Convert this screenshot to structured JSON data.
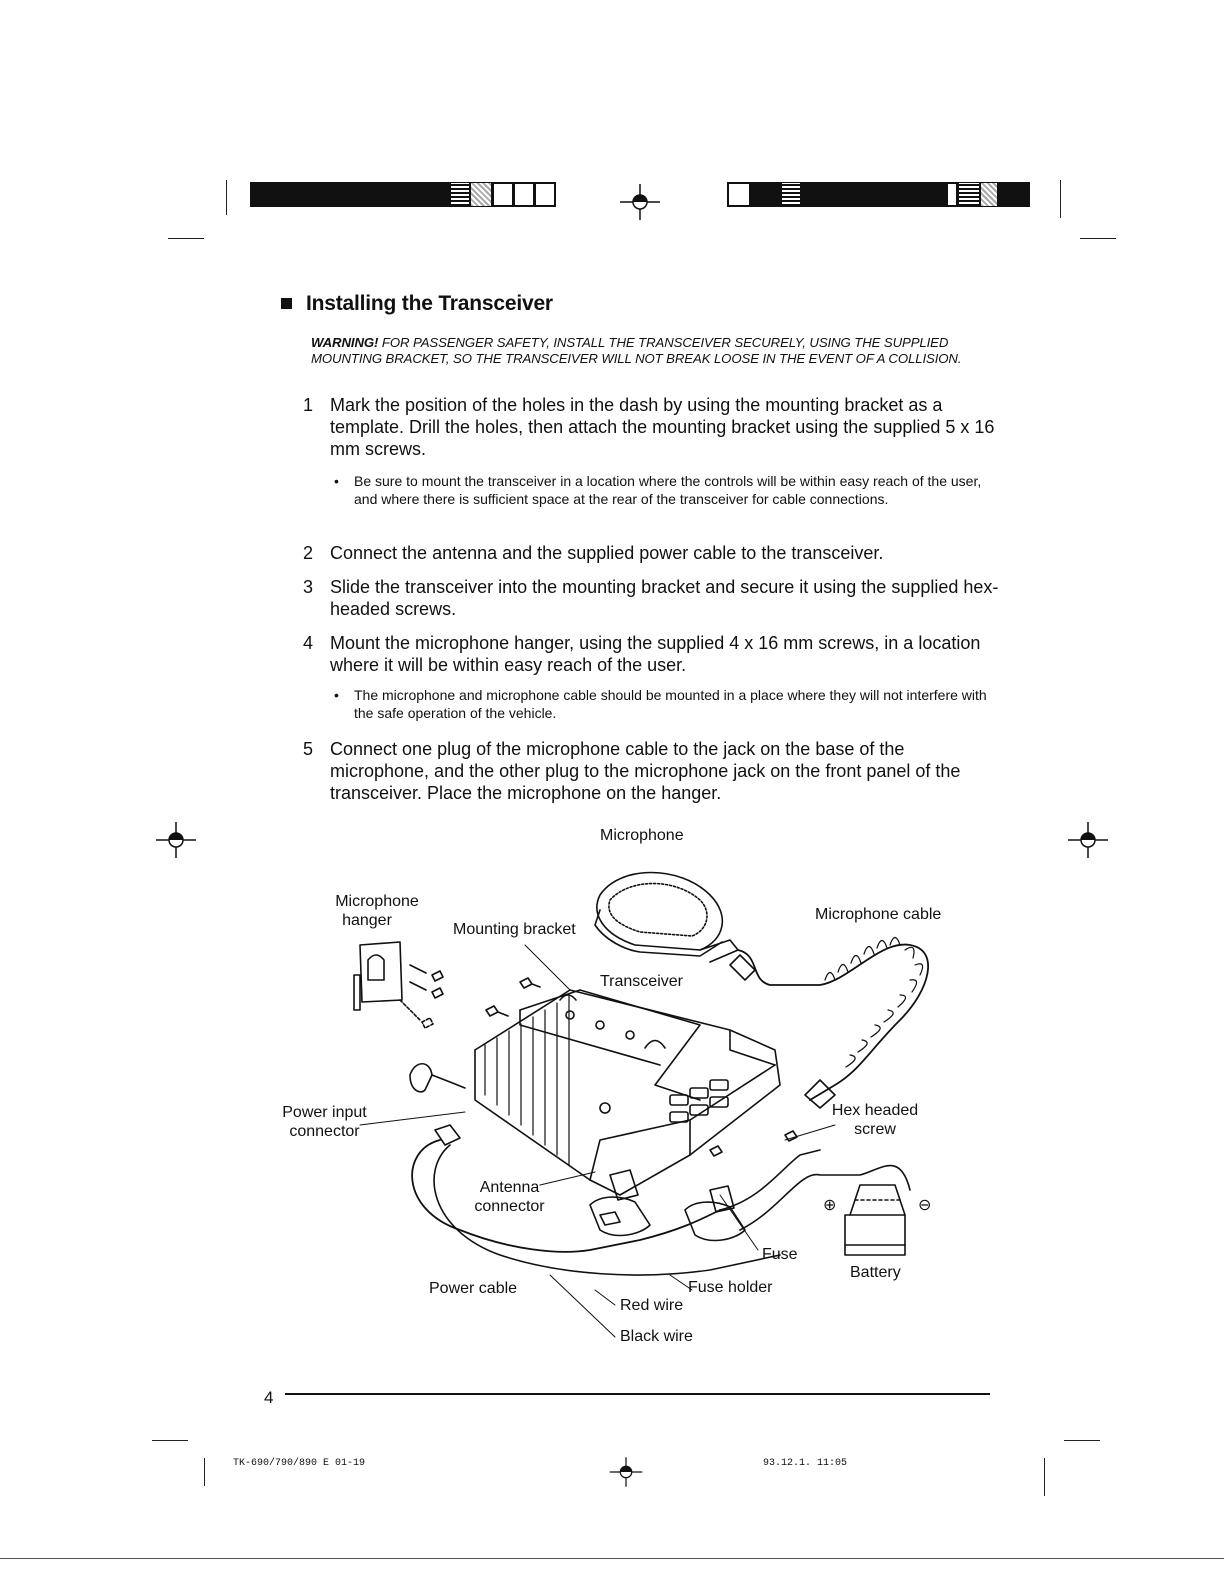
{
  "section": {
    "title": "Installing the Transceiver",
    "warning_label": "WARNING!",
    "warning_text": " FOR PASSENGER SAFETY, INSTALL THE TRANSCEIVER SECURELY, USING THE SUPPLIED MOUNTING BRACKET, SO THE TRANSCEIVER WILL NOT BREAK LOOSE IN THE EVENT OF A COLLISION."
  },
  "steps": [
    {
      "num": "1",
      "text": "Mark the position of the holes in the dash by using the mounting bracket as a template.  Drill the holes, then attach the mounting bracket using the supplied 5 x 16 mm screws."
    },
    {
      "num": "2",
      "text": "Connect the antenna and the supplied power cable to the transceiver."
    },
    {
      "num": "3",
      "text": "Slide the transceiver into the mounting bracket and secure it using the supplied hex-headed screws."
    },
    {
      "num": "4",
      "text": "Mount the microphone hanger, using the supplied 4 x 16 mm screws, in a location where it will be within easy reach of the user."
    },
    {
      "num": "5",
      "text": "Connect one plug of the microphone cable to the jack on the base of the microphone, and the other plug to the microphone jack on the front panel of the transceiver.  Place the microphone on the hanger."
    }
  ],
  "notes": [
    {
      "bullet": "•",
      "text": "Be sure to mount the transceiver in a location where the controls will be within easy reach of the user, and where there is sufficient space at the rear of the transceiver for cable connections."
    },
    {
      "bullet": "•",
      "text": "The microphone and microphone cable should be mounted in a place where they will not interfere with the safe operation of the vehicle."
    }
  ],
  "diagram": {
    "microphone": "Microphone",
    "microphone_hanger_1": "Microphone",
    "microphone_hanger_2": "hanger",
    "mounting_bracket": "Mounting bracket",
    "microphone_cable": "Microphone cable",
    "transceiver": "Transceiver",
    "power_input_1": "Power input",
    "power_input_2": "connector",
    "hex_headed_1": "Hex headed",
    "hex_headed_2": "screw",
    "antenna_1": "Antenna",
    "antenna_2": "connector",
    "fuse": "Fuse",
    "battery": "Battery",
    "plus": "⊕",
    "minus": "⊖",
    "power_cable": "Power cable",
    "fuse_holder": "Fuse holder",
    "red_wire": "Red wire",
    "black_wire": "Black wire"
  },
  "page_number": "4",
  "footer": {
    "left": "TK-690/790/890 E 01-19",
    "right": "93.12.1. 11:05"
  }
}
